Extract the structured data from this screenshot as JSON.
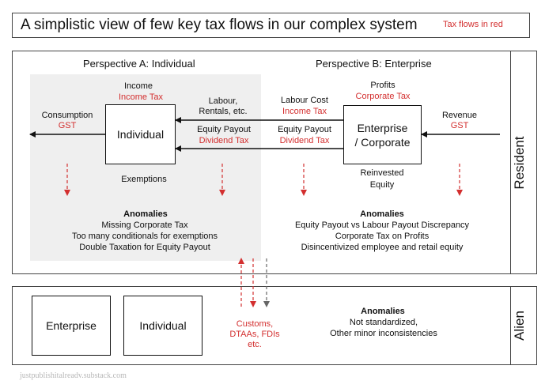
{
  "header": {
    "title": "A simplistic view of few key tax flows in our complex system",
    "legend": "Tax flows in red"
  },
  "regions": {
    "resident": "Resident",
    "alien": "Alien"
  },
  "perspectives": {
    "a": "Perspective A: Individual",
    "b": "Perspective B: Enterprise"
  },
  "nodes": {
    "individual": "Individual",
    "enterprise_corporate_line1": "Enterprise",
    "enterprise_corporate_line2": "/ Corporate",
    "alien_enterprise": "Enterprise",
    "alien_individual": "Individual"
  },
  "flows": {
    "income": "Income",
    "income_tax_top": "Income Tax",
    "consumption": "Consumption",
    "gst_left": "GST",
    "labour_line1": "Labour,",
    "labour_line2": "Rentals, etc.",
    "equity_payout_left": "Equity Payout",
    "dividend_tax_left": "Dividend Tax",
    "exemptions": "Exemptions",
    "labour_cost": "Labour Cost",
    "income_tax_mid": "Income Tax",
    "equity_payout_mid": "Equity Payout",
    "dividend_tax_mid": "Dividend Tax",
    "profits": "Profits",
    "corporate_tax": "Corporate Tax",
    "revenue": "Revenue",
    "gst_right": "GST",
    "reinvested_line1": "Reinvested",
    "reinvested_line2": "Equity",
    "customs_line1": "Customs,",
    "customs_line2": "DTAAs, FDIs",
    "customs_line3": "etc."
  },
  "anomalies": {
    "left": {
      "title": "Anomalies",
      "items": [
        "Missing Corporate Tax",
        "Too many conditionals for exemptions",
        "Double Taxation for Equity Payout"
      ]
    },
    "right": {
      "title": "Anomalies",
      "items": [
        "Equity Payout vs Labour Payout Discrepancy",
        "Corporate Tax on Profits",
        "Disincentivized employee and retail equity"
      ]
    },
    "alien": {
      "title": "Anomalies",
      "items": [
        "Not standardized,",
        "Other minor inconsistencies"
      ]
    }
  },
  "footer": {
    "source": "justpublishitalreadv.substack.com"
  },
  "colors": {
    "tax_red": "#d32f2f",
    "line_black": "#111111",
    "shade": "#efefef"
  }
}
